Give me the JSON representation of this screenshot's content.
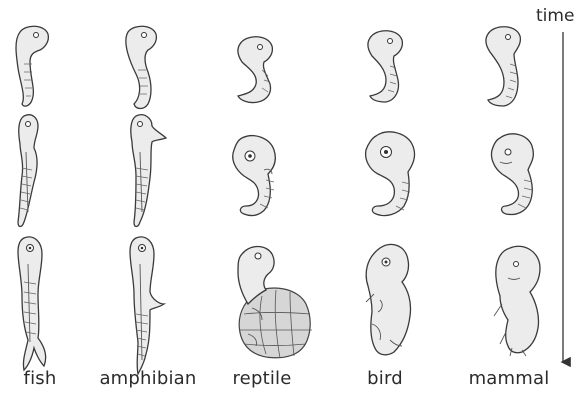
{
  "time_label": "time",
  "columns": [
    {
      "id": "fish",
      "label": "fish"
    },
    {
      "id": "amphibian",
      "label": "amphibian"
    },
    {
      "id": "reptile",
      "label": "reptile"
    },
    {
      "id": "bird",
      "label": "bird"
    },
    {
      "id": "mammal",
      "label": "mammal"
    }
  ],
  "stages_shown": 3
}
